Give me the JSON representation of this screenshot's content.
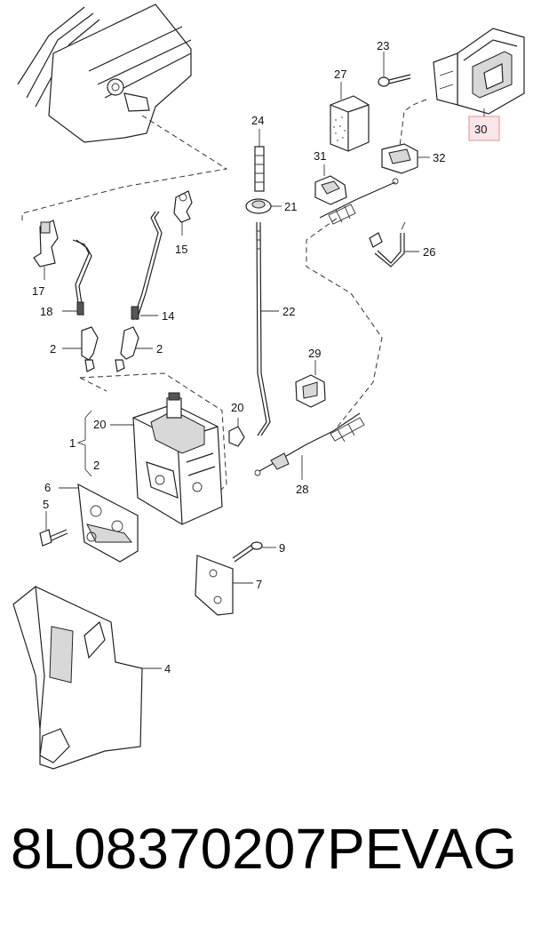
{
  "diagram": {
    "callouts": [
      "1",
      "2",
      "2",
      "2",
      "4",
      "5",
      "6",
      "7",
      "9",
      "14",
      "15",
      "17",
      "18",
      "20",
      "20",
      "21",
      "22",
      "23",
      "24",
      "26",
      "27",
      "28",
      "29",
      "30",
      "31",
      "32"
    ],
    "highlighted_callout": "30",
    "highlight_color": "#e8a0a0",
    "highlight_fill": "#fde6e6"
  },
  "footer": {
    "part_number": "8L08370207PE",
    "brand": "VAG"
  }
}
